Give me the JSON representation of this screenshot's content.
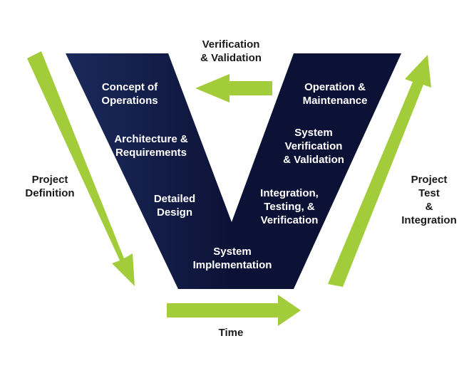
{
  "colors": {
    "v_dark": "#0c1236",
    "v_mid": "#1b2a5c",
    "arrow_green": "#a3cc3a",
    "text_light": "#ffffff",
    "text_dark": "#1a1a1a"
  },
  "v_stages": {
    "left": [
      {
        "label": "Concept of\nOperations"
      },
      {
        "label": "Architecture &\nRequirements"
      },
      {
        "label": "Detailed\nDesign"
      }
    ],
    "bottom": {
      "label": "System\nImplementation"
    },
    "right": [
      {
        "label": "Operation &\nMaintenance"
      },
      {
        "label": "System\nVerification\n& Validation"
      },
      {
        "label": "Integration,\nTesting, &\nVerification"
      }
    ]
  },
  "outer_labels": {
    "verification_validation": "Verification\n& Validation",
    "project_definition": "Project\nDefinition",
    "project_test_integration": "Project Test\n& Integration",
    "time": "Time"
  },
  "arrows": {
    "verification_arrow_icon": "arrow-left-icon",
    "project_definition_arrow_icon": "arrow-down-right-icon",
    "project_test_arrow_icon": "arrow-up-right-icon",
    "time_arrow_icon": "arrow-right-icon"
  }
}
